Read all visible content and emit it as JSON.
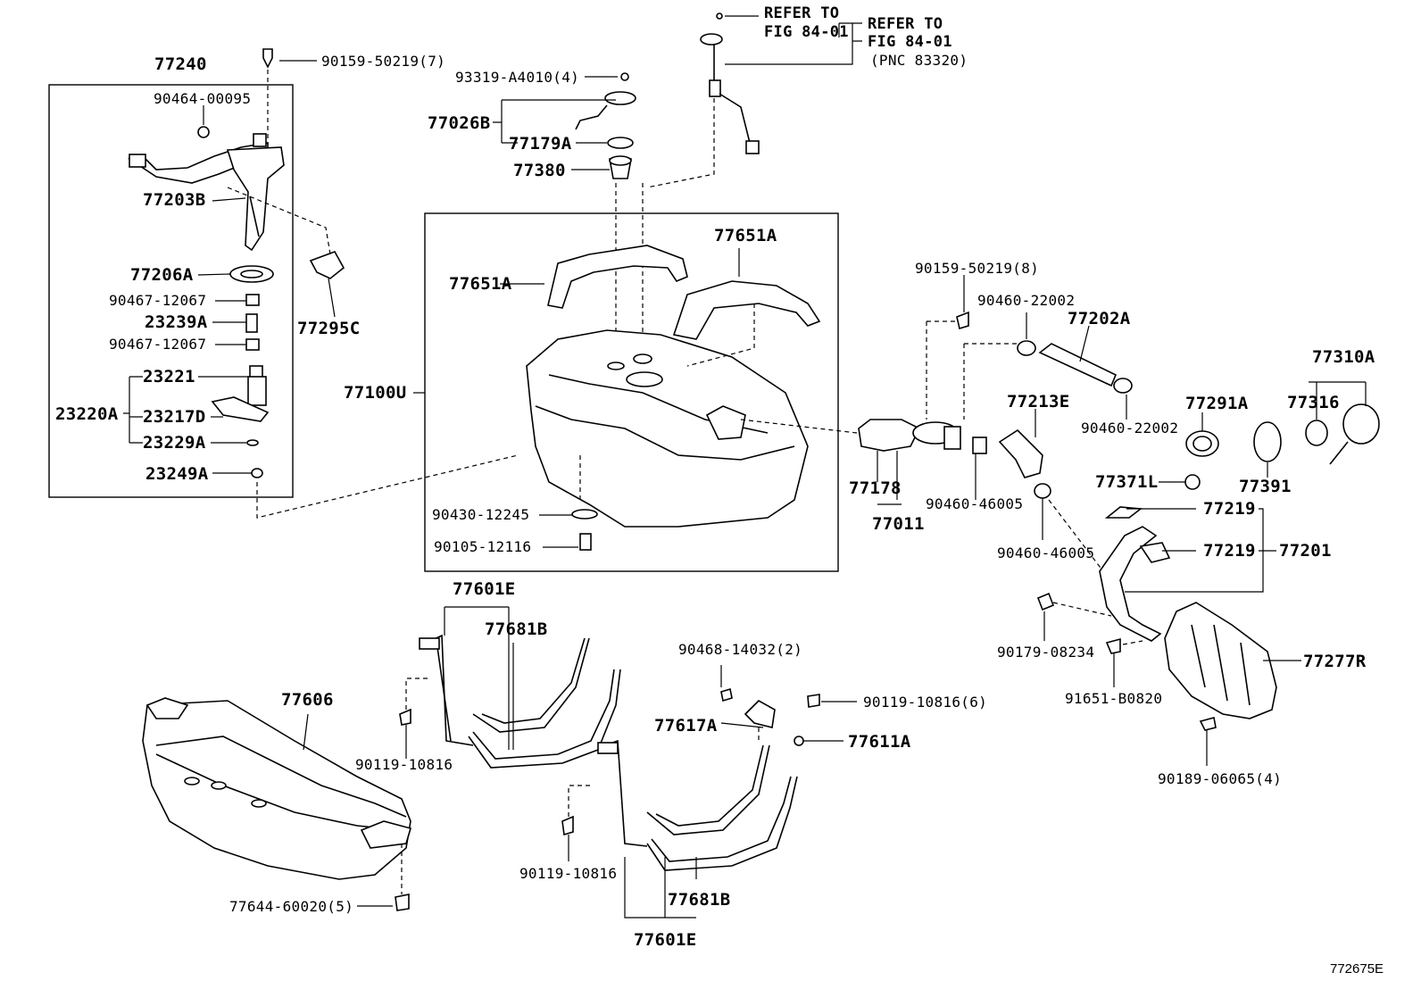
{
  "labels": {
    "p77240": "77240",
    "p90159_7": "90159-50219(7)",
    "p90464": "90464-00095",
    "p77203B": "77203B",
    "p77206A": "77206A",
    "p90467a": "90467-12067",
    "p23239A": "23239A",
    "p90467b": "90467-12067",
    "p23221": "23221",
    "p23220A": "23220A",
    "p23217D": "23217D",
    "p23229A": "23229A",
    "p23249A": "23249A",
    "p77295C": "77295C",
    "p93319": "93319-A4010(4)",
    "p77026B": "77026B",
    "p77179A": "77179A",
    "p77380": "77380",
    "refer1a": "REFER TO",
    "refer1b": "FIG 84-01",
    "refer2a": "REFER TO",
    "refer2b": "FIG 84-01",
    "refer2c": "(PNC 83320)",
    "p77651A_right": "77651A",
    "p77651A_left": "77651A",
    "p77100U": "77100U",
    "p90430": "90430-12245",
    "p90105": "90105-12116",
    "p90159_8": "90159-50219(8)",
    "p90460_22002_top": "90460-22002",
    "p77202A": "77202A",
    "p90460_22002_bot": "90460-22002",
    "p77213E": "77213E",
    "p77291A": "77291A",
    "p77310A": "77310A",
    "p77316": "77316",
    "p77178": "77178",
    "p77011": "77011",
    "p90460_46005a": "90460-46005",
    "p90460_46005b": "90460-46005",
    "p77371L": "77371L",
    "p77391": "77391",
    "p77219a": "77219",
    "p77219b": "77219",
    "p77201": "77201",
    "p90179": "90179-08234",
    "p91651": "91651-B0820",
    "p77277R": "77277R",
    "p90189": "90189-06065(4)",
    "p77601E_top": "77601E",
    "p77681B_top": "77681B",
    "p90468": "90468-14032(2)",
    "p90119_10816_6": "90119-10816(6)",
    "p77617A": "77617A",
    "p77611A": "77611A",
    "p77606": "77606",
    "p90119_10816_a": "90119-10816",
    "p90119_10816_b": "90119-10816",
    "p77681B_bot": "77681B",
    "p77601E_bot": "77601E",
    "p77644": "77644-60020(5)",
    "figure_code": "772675E"
  }
}
